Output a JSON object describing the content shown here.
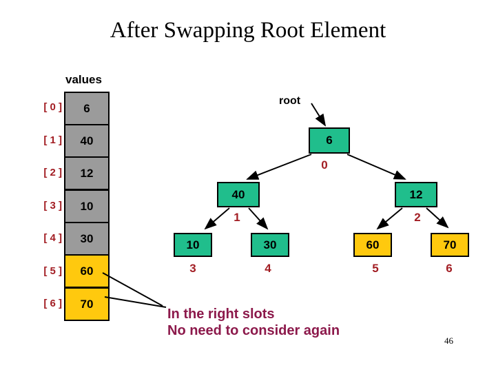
{
  "title": "After Swapping Root Element",
  "page_number": "46",
  "array": {
    "label": "values",
    "cells": [
      {
        "index": "[ 0 ]",
        "value": "6",
        "state": "gray"
      },
      {
        "index": "[ 1 ]",
        "value": "40",
        "state": "gray"
      },
      {
        "index": "[ 2 ]",
        "value": "12",
        "state": "gray"
      },
      {
        "index": "[ 3 ]",
        "value": "10",
        "state": "gray"
      },
      {
        "index": "[ 4 ]",
        "value": "30",
        "state": "gray"
      },
      {
        "index": "[ 5 ]",
        "value": "60",
        "state": "gold"
      },
      {
        "index": "[ 6 ]",
        "value": "70",
        "state": "gold"
      }
    ]
  },
  "tree": {
    "root_label": "root",
    "nodes": [
      {
        "value": "6",
        "index": "0",
        "color": "green"
      },
      {
        "value": "40",
        "index": "1",
        "color": "green"
      },
      {
        "value": "12",
        "index": "2",
        "color": "green"
      },
      {
        "value": "10",
        "index": "3",
        "color": "green"
      },
      {
        "value": "30",
        "index": "4",
        "color": "green"
      },
      {
        "value": "60",
        "index": "5",
        "color": "gold"
      },
      {
        "value": "70",
        "index": "6",
        "color": "gold"
      }
    ]
  },
  "annotation": {
    "line1": "In the right slots",
    "line2": "No need to consider again"
  },
  "colors": {
    "node_green": "#20be8c",
    "node_gold": "#ffc90e",
    "cell_gray": "#9b9b9b",
    "index_red": "#a21d23",
    "annotation_maroon": "#8c194b",
    "line_black": "#000000"
  }
}
